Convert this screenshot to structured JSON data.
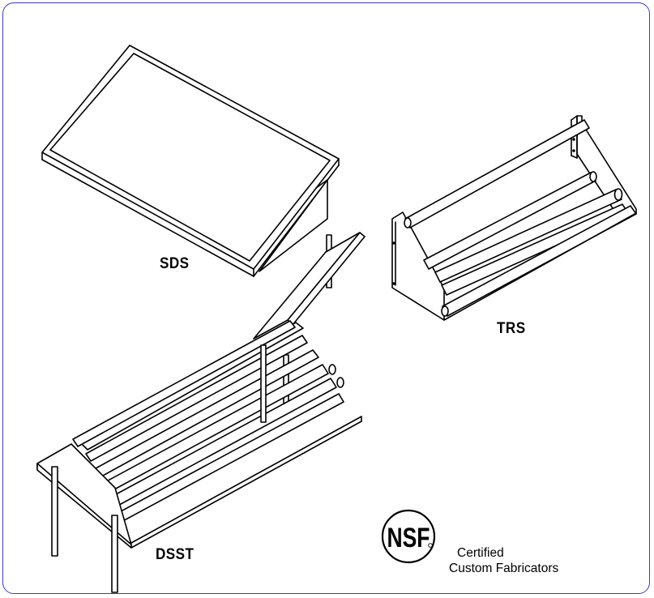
{
  "products": [
    {
      "code": "SDS"
    },
    {
      "code": "TRS"
    },
    {
      "code": "DSST"
    }
  ],
  "nsf": {
    "mark": "NSF",
    "line1": "Certified",
    "line2": "Custom Fabricators"
  },
  "colors": {
    "frame_border": "#3a3ab8",
    "line_art": "#000000"
  }
}
